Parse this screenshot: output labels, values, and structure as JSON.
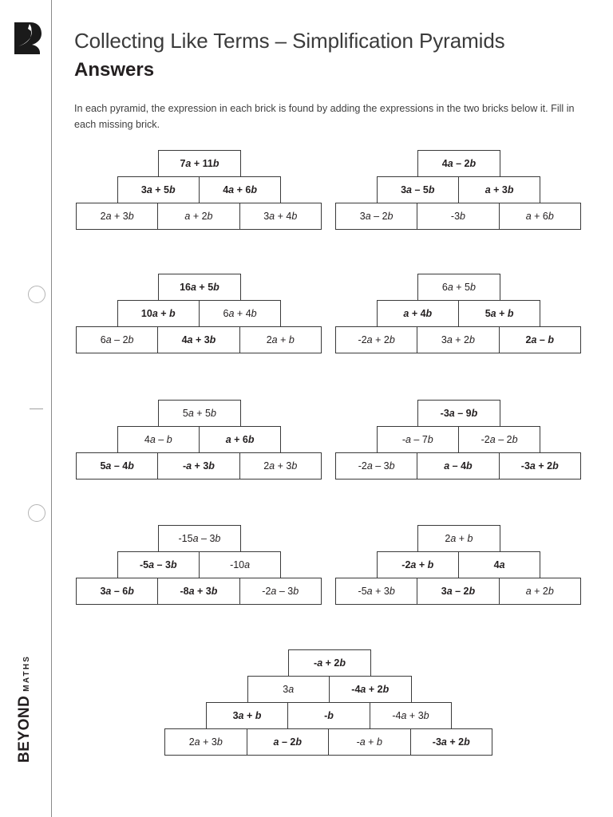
{
  "page": {
    "title_line1": "Collecting Like Terms – Simplification Pyramids",
    "title_line2": "Answers",
    "intro": "In each pyramid, the expression in each brick is found by adding the expressions in the two bricks below it. Fill in each missing brick.",
    "brand_main": "BEYOND",
    "brand_sub": "MATHS",
    "logo_icon": "beyond-b-logo-icon",
    "ink_color": "#231f20",
    "rule_color": "#3a3a3a"
  },
  "pyramids": [
    {
      "id": "pyramid-1",
      "rows": [
        [
          {
            "text": "7a + 11b",
            "bold": true
          }
        ],
        [
          {
            "text": "3a + 5b",
            "bold": true
          },
          {
            "text": "4a + 6b",
            "bold": true
          }
        ],
        [
          {
            "text": "2a + 3b",
            "bold": false
          },
          {
            "text": "a + 2b",
            "bold": false
          },
          {
            "text": "3a + 4b",
            "bold": false
          }
        ]
      ]
    },
    {
      "id": "pyramid-2",
      "rows": [
        [
          {
            "text": "4a – 2b",
            "bold": true
          }
        ],
        [
          {
            "text": "3a – 5b",
            "bold": true
          },
          {
            "text": "a + 3b",
            "bold": true
          }
        ],
        [
          {
            "text": "3a – 2b",
            "bold": false
          },
          {
            "text": "-3b",
            "bold": false
          },
          {
            "text": "a + 6b",
            "bold": false
          }
        ]
      ]
    },
    {
      "id": "pyramid-3",
      "rows": [
        [
          {
            "text": "16a + 5b",
            "bold": true
          }
        ],
        [
          {
            "text": "10a + b",
            "bold": true
          },
          {
            "text": "6a + 4b",
            "bold": false
          }
        ],
        [
          {
            "text": "6a – 2b",
            "bold": false
          },
          {
            "text": "4a + 3b",
            "bold": true
          },
          {
            "text": "2a + b",
            "bold": false
          }
        ]
      ]
    },
    {
      "id": "pyramid-4",
      "rows": [
        [
          {
            "text": "6a + 5b",
            "bold": false
          }
        ],
        [
          {
            "text": "a + 4b",
            "bold": true
          },
          {
            "text": "5a + b",
            "bold": true
          }
        ],
        [
          {
            "text": "-2a + 2b",
            "bold": false
          },
          {
            "text": "3a + 2b",
            "bold": false
          },
          {
            "text": "2a – b",
            "bold": true
          }
        ]
      ]
    },
    {
      "id": "pyramid-5",
      "rows": [
        [
          {
            "text": "5a + 5b",
            "bold": false
          }
        ],
        [
          {
            "text": "4a – b",
            "bold": false
          },
          {
            "text": "a + 6b",
            "bold": true
          }
        ],
        [
          {
            "text": "5a – 4b",
            "bold": true
          },
          {
            "text": "-a + 3b",
            "bold": true
          },
          {
            "text": "2a + 3b",
            "bold": false
          }
        ]
      ]
    },
    {
      "id": "pyramid-6",
      "rows": [
        [
          {
            "text": "-3a – 9b",
            "bold": true
          }
        ],
        [
          {
            "text": "-a – 7b",
            "bold": false
          },
          {
            "text": "-2a – 2b",
            "bold": false
          }
        ],
        [
          {
            "text": "-2a – 3b",
            "bold": false
          },
          {
            "text": "a – 4b",
            "bold": true
          },
          {
            "text": "-3a + 2b",
            "bold": true
          }
        ]
      ]
    },
    {
      "id": "pyramid-7",
      "rows": [
        [
          {
            "text": "-15a – 3b",
            "bold": false
          }
        ],
        [
          {
            "text": "-5a – 3b",
            "bold": true
          },
          {
            "text": "-10a",
            "bold": false
          }
        ],
        [
          {
            "text": "3a – 6b",
            "bold": true
          },
          {
            "text": "-8a + 3b",
            "bold": true
          },
          {
            "text": "-2a – 3b",
            "bold": false
          }
        ]
      ]
    },
    {
      "id": "pyramid-8",
      "rows": [
        [
          {
            "text": "2a + b",
            "bold": false
          }
        ],
        [
          {
            "text": "-2a + b",
            "bold": true
          },
          {
            "text": "4a",
            "bold": true
          }
        ],
        [
          {
            "text": "-5a + 3b",
            "bold": false
          },
          {
            "text": "3a – 2b",
            "bold": true
          },
          {
            "text": "a + 2b",
            "bold": false
          }
        ]
      ]
    },
    {
      "id": "pyramid-9",
      "rows": [
        [
          {
            "text": "-a + 2b",
            "bold": true
          }
        ],
        [
          {
            "text": "3a",
            "bold": false
          },
          {
            "text": "-4a + 2b",
            "bold": true
          }
        ],
        [
          {
            "text": "3a + b",
            "bold": true
          },
          {
            "text": "-b",
            "bold": true
          },
          {
            "text": "-4a + 3b",
            "bold": false
          }
        ],
        [
          {
            "text": "2a + 3b",
            "bold": false
          },
          {
            "text": "a – 2b",
            "bold": true
          },
          {
            "text": "-a + b",
            "bold": false
          },
          {
            "text": "-3a + 2b",
            "bold": true
          }
        ]
      ]
    }
  ]
}
